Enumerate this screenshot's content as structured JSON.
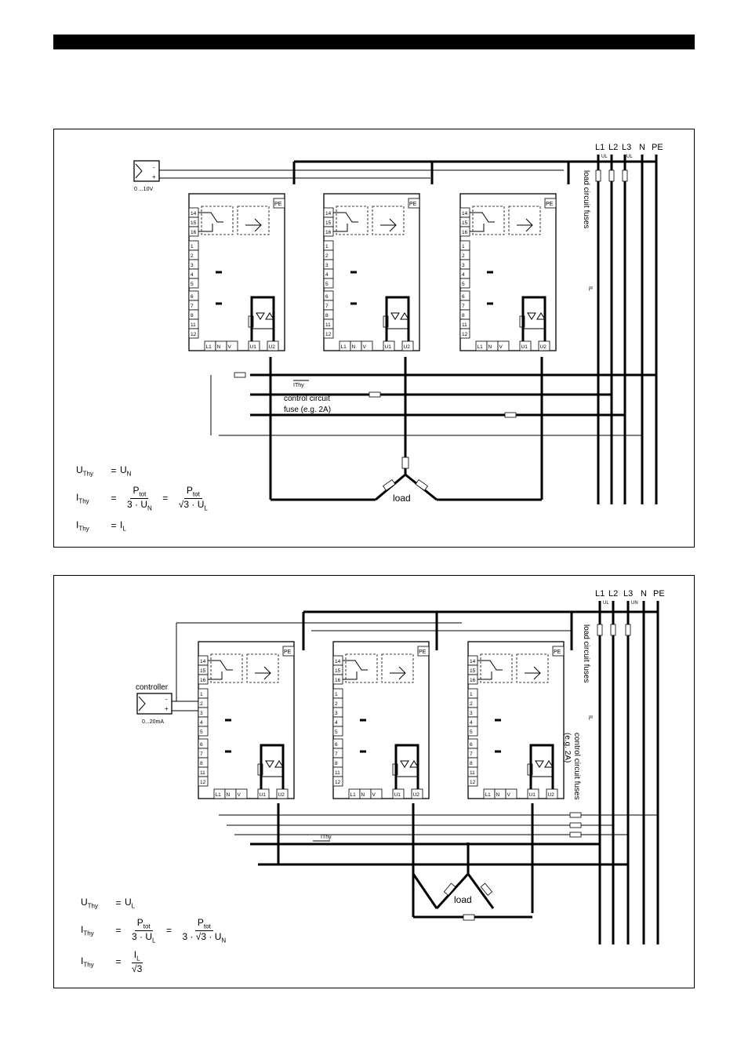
{
  "panel1": {
    "lines": [
      "L1",
      "L2",
      "L3",
      "N",
      "PE"
    ],
    "vlabels": [
      "UL",
      "UL"
    ],
    "load_circuit_fuses": "load circuit fuses",
    "input_signal": "0 ...10V",
    "current_label": "IL",
    "thy_current_label": "IThy",
    "control_fuse_line1": "control circuit",
    "control_fuse_line2": "fuse (e.g. 2A)",
    "load_label": "load",
    "formulas": {
      "u_lhs": "U",
      "u_lhs_sub": "Thy",
      "u_rhs": "U",
      "u_rhs_sub": "N",
      "i_lhs": "I",
      "i_lhs_sub": "Thy",
      "f1_num": "P",
      "f1_num_sub": "tot",
      "f1_den": "3 · U",
      "f1_den_sub": "N",
      "f2_num": "P",
      "f2_num_sub": "tot",
      "f2_den": "√3 · U",
      "f2_den_sub": "L",
      "i2_rhs": "I",
      "i2_rhs_sub": "L"
    }
  },
  "panel2": {
    "lines": [
      "L1",
      "L2",
      "L3",
      "N",
      "PE"
    ],
    "vlabels": [
      "UL",
      "UN"
    ],
    "load_circuit_fuses": "load circuit fuses",
    "controller_label": "controller",
    "input_signal": "0...20mA",
    "current_label": "IL",
    "control_fuse_line1": "control circuit fuses",
    "control_fuse_line2": "(e.g. 2A)",
    "thy_current_label": "IThy",
    "load_label": "load",
    "formulas": {
      "u_lhs": "U",
      "u_lhs_sub": "Thy",
      "u_rhs": "U",
      "u_rhs_sub": "L",
      "i_lhs": "I",
      "i_lhs_sub": "Thy",
      "f1_num": "P",
      "f1_num_sub": "tot",
      "f1_den": "3 · U",
      "f1_den_sub": "L",
      "f2_num": "P",
      "f2_num_sub": "tot",
      "f2_den": "3 · √3 · U",
      "f2_den_sub": "N",
      "i3_num": "I",
      "i3_num_sub": "L",
      "i3_den": "√3"
    }
  },
  "unit": {
    "terminals": [
      "14",
      "15",
      "16",
      "1",
      "2",
      "3",
      "4",
      "5",
      "6",
      "7",
      "8",
      "11",
      "12"
    ],
    "pe": "PE",
    "bottom_terminals": [
      "L1",
      "N",
      "V",
      "U1",
      "U2"
    ]
  }
}
